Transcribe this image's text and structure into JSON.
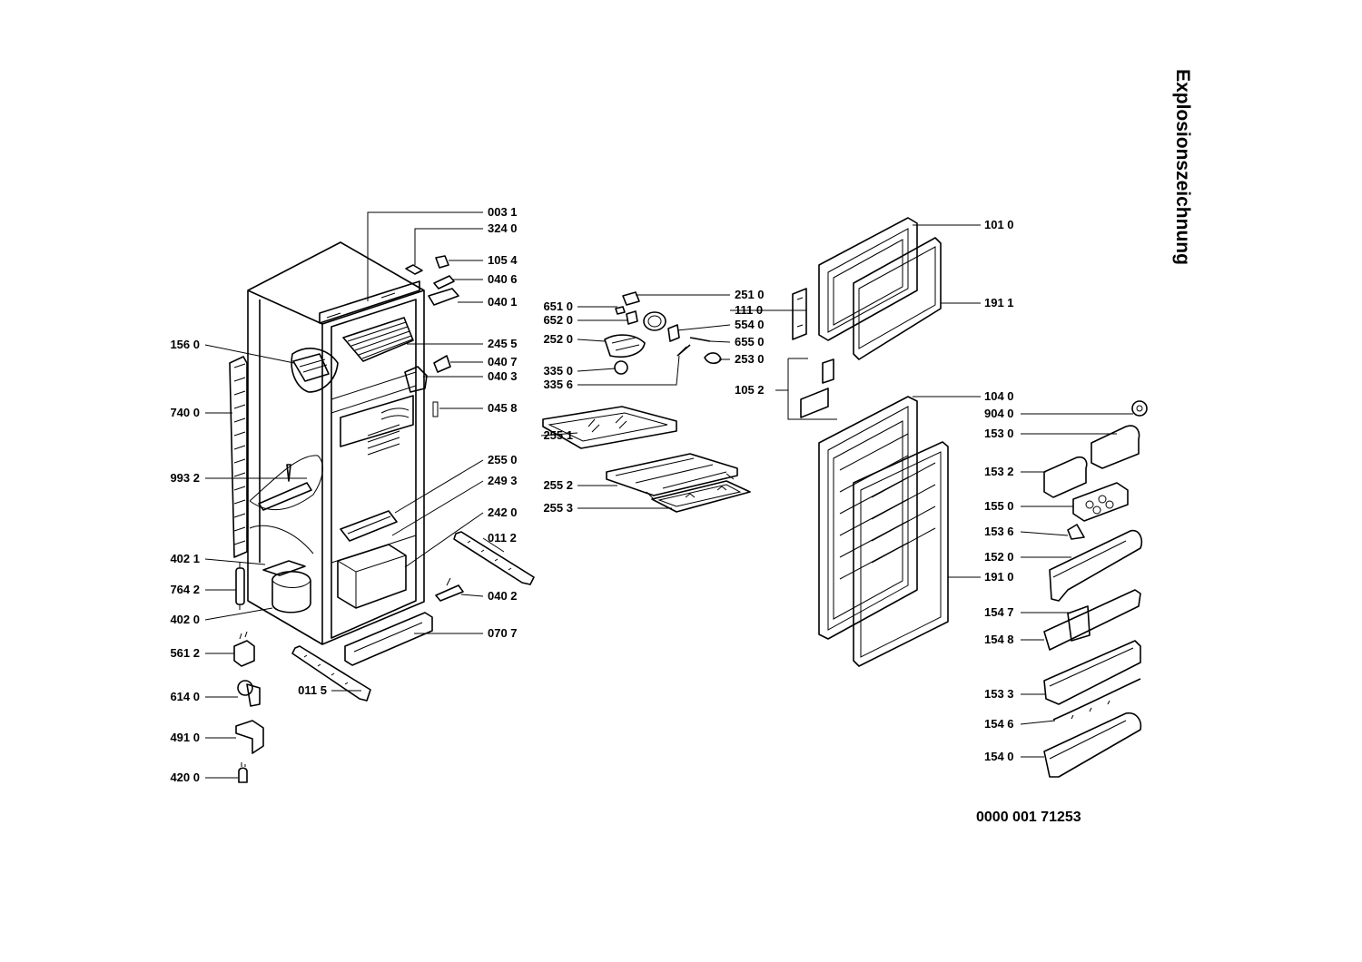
{
  "title": "Explosionszeichnung",
  "drawing_number": "0000  001 71253",
  "labels": {
    "l0031": "003 1",
    "l3240": "324 0",
    "l1054": "105 4",
    "l0406": "040 6",
    "l0401": "040 1",
    "l6510": "651 0",
    "l6520": "652 0",
    "l2520": "252 0",
    "l3350": "335 0",
    "l3356": "335 6",
    "l2510": "251 0",
    "l1110": "111 0",
    "l5540": "554 0",
    "l6550": "655 0",
    "l2530": "253 0",
    "l1052": "105 2",
    "l1010": "101 0",
    "l1911": "191 1",
    "l1560": "156 0",
    "l2455": "245 5",
    "l0407": "040 7",
    "l0403": "040 3",
    "l0458": "045 8",
    "l7400": "740 0",
    "l2551": "255 1",
    "l2550": "255 0",
    "l2493": "249 3",
    "l2552": "255 2",
    "l9932": "993 2",
    "l2553": "255 3",
    "l2420": "242 0",
    "l0112": "011 2",
    "l4021": "402 1",
    "l0402": "040 2",
    "l7642": "764 2",
    "l4020": "402 0",
    "l0707": "070 7",
    "l5612": "561 2",
    "l0115": "011 5",
    "l6140": "614 0",
    "l4910": "491 0",
    "l4200": "420 0",
    "l1040": "104 0",
    "l9040": "904 0",
    "l1530": "153 0",
    "l1532": "153 2",
    "l1550": "155 0",
    "l1536": "153 6",
    "l1520": "152 0",
    "l1910": "191 0",
    "l1547": "154 7",
    "l1548": "154 8",
    "l1533": "153 3",
    "l1546": "154 6",
    "l1540": "154 0"
  }
}
